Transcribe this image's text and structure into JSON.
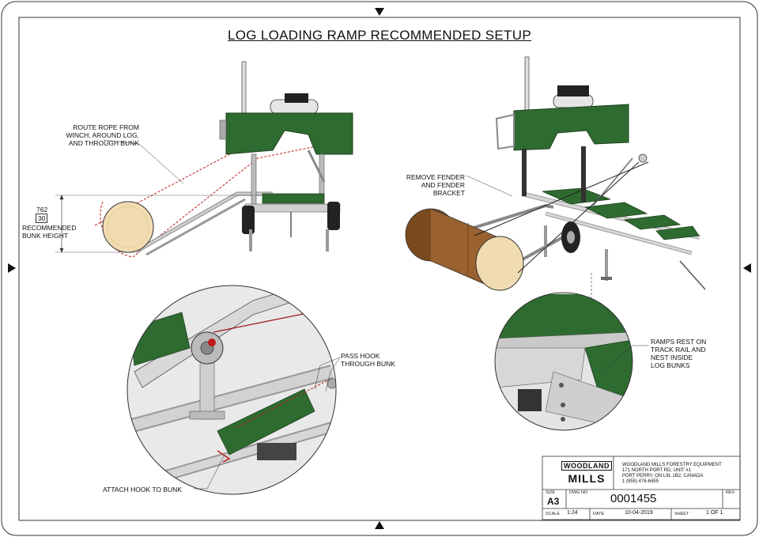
{
  "title": "LOG LOADING RAMP RECOMMENDED SETUP",
  "callouts": {
    "route_rope": "ROUTE ROPE FROM\nWINCH, AROUND LOG,\nAND THROUGH BUNK",
    "bunk_height_mm": "762",
    "bunk_height_in": "30",
    "bunk_height_label": "RECOMMENDED\nBUNK HEIGHT",
    "remove_fender": "REMOVE FENDER\nAND FENDER\nBRACKET",
    "pass_hook": "PASS HOOK\nTHROUGH BUNK",
    "attach_hook": "ATTACH HOOK TO BUNK",
    "ramps_rest": "RAMPS REST ON\nTRACK RAIL AND\nNEST INSIDE\nLOG BUNKS"
  },
  "title_block": {
    "logo_top": "WOODLAND",
    "logo_bottom": "MILLS",
    "company": "WOODLAND MILLS FORESTRY EQUIPMENT\n171 NORTH PORT RD, UNIT #1\nPORT PERRY, ON L9L 1B2, CANADA\n1 (855) 476-6455",
    "size_label": "SIZE",
    "size_value": "A3",
    "dwg_no_label": "DWG NO",
    "dwg_no": "0001455",
    "rev_label": "REV",
    "scale_label": "SCALE",
    "scale_value": "1:24",
    "date_label": "DATE",
    "date_value": "10-04-2019",
    "sheet_label": "SHEET",
    "sheet_value": "1 OF 1"
  },
  "colors": {
    "machine_green": "#2e6b30",
    "frame_grey": "#b9b9b9",
    "log_end": "#f1dcb2",
    "log_bark": "#8a5524",
    "rope_red": "#c01a1a"
  }
}
